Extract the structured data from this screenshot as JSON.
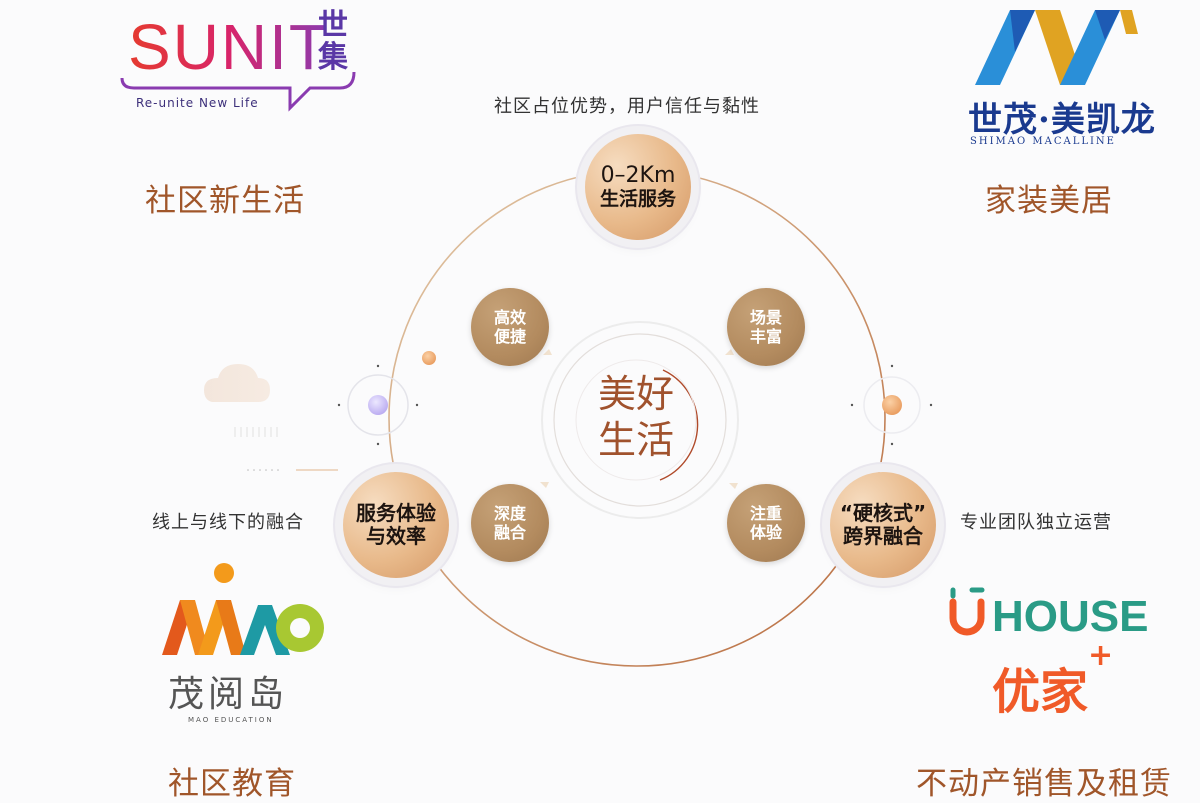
{
  "center": {
    "line1": "美好",
    "line2": "生活"
  },
  "top_bubble": {
    "line1": "0–2Km",
    "line2": "生活服务",
    "note": "社区占位优势，用户信任与黏性"
  },
  "left_bubble": {
    "line1": "服务体验",
    "line2": "与效率",
    "note": "线上与线下的融合"
  },
  "right_bubble": {
    "line1": "“硬核式”",
    "line2": "跨界融合",
    "note": "专业团队独立运营"
  },
  "inner_nodes": [
    {
      "line1": "高效",
      "line2": "便捷"
    },
    {
      "line1": "场景",
      "line2": "丰富"
    },
    {
      "line1": "深度",
      "line2": "融合"
    },
    {
      "line1": "注重",
      "line2": "体验"
    }
  ],
  "brands": {
    "sunit": {
      "word": "SUNIT",
      "cn_top": "世",
      "cn_bottom": "集",
      "tagline": "Re-unite New Life",
      "caption": "社区新生活"
    },
    "macalline": {
      "cn": "世茂·美凯龙",
      "en": "SHIMAO   MACALLINE",
      "caption": "家装美居"
    },
    "mao": {
      "cn": "茂阅岛",
      "en": "MAO  EDUCATION",
      "caption": "社区教育"
    },
    "uhouse": {
      "en": "HOUSE",
      "cn": "优家",
      "plus": "+",
      "caption": "不动产销售及租赁"
    }
  },
  "colors": {
    "accent_brown": "#a0562a",
    "node_brown": "#b38b5f",
    "bubble_gold": "#e8b98a",
    "macalline_blue": "#1a3a8f",
    "uhouse_green": "#2a9b86",
    "uhouse_orange": "#f05a28"
  }
}
